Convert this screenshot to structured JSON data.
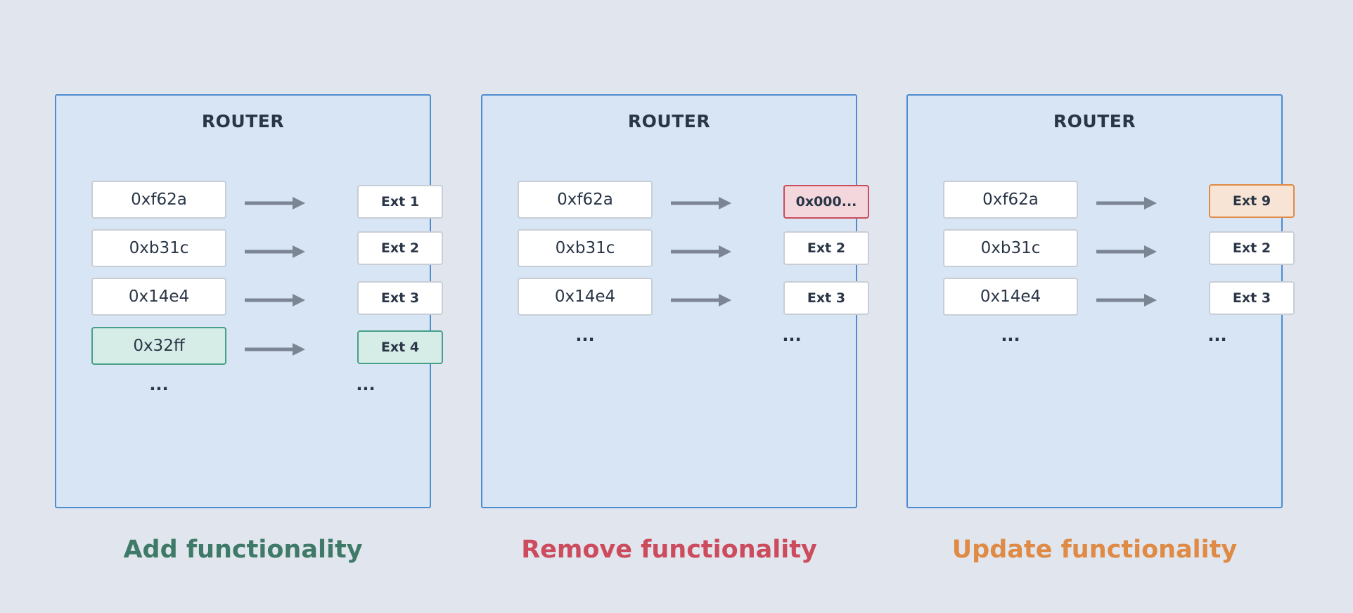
{
  "colors": {
    "background": "#e1e6ee",
    "panel_fill": "#d7e5f4",
    "panel_border": "#4f8bd0",
    "add": "#3f7a68",
    "remove": "#cc4b5d",
    "update": "#df8a45",
    "arrow": "#7b8594"
  },
  "panels": [
    {
      "title": "ROUTER",
      "caption": "Add functionality",
      "rows": [
        {
          "selector": "0xf62a",
          "target": "Ext 1"
        },
        {
          "selector": "0xb31c",
          "target": "Ext 2"
        },
        {
          "selector": "0x14e4",
          "target": "Ext 3"
        },
        {
          "selector": "0x32ff",
          "target": "Ext 4"
        }
      ],
      "ellipsis": "..."
    },
    {
      "title": "ROUTER",
      "caption": "Remove functionality",
      "rows": [
        {
          "selector": "0xf62a",
          "target": "0x000..."
        },
        {
          "selector": "0xb31c",
          "target": "Ext 2"
        },
        {
          "selector": "0x14e4",
          "target": "Ext 3"
        }
      ],
      "ellipsis": "..."
    },
    {
      "title": "ROUTER",
      "caption": "Update functionality",
      "rows": [
        {
          "selector": "0xf62a",
          "target": "Ext 9"
        },
        {
          "selector": "0xb31c",
          "target": "Ext 2"
        },
        {
          "selector": "0x14e4",
          "target": "Ext 3"
        }
      ],
      "ellipsis": "..."
    }
  ]
}
